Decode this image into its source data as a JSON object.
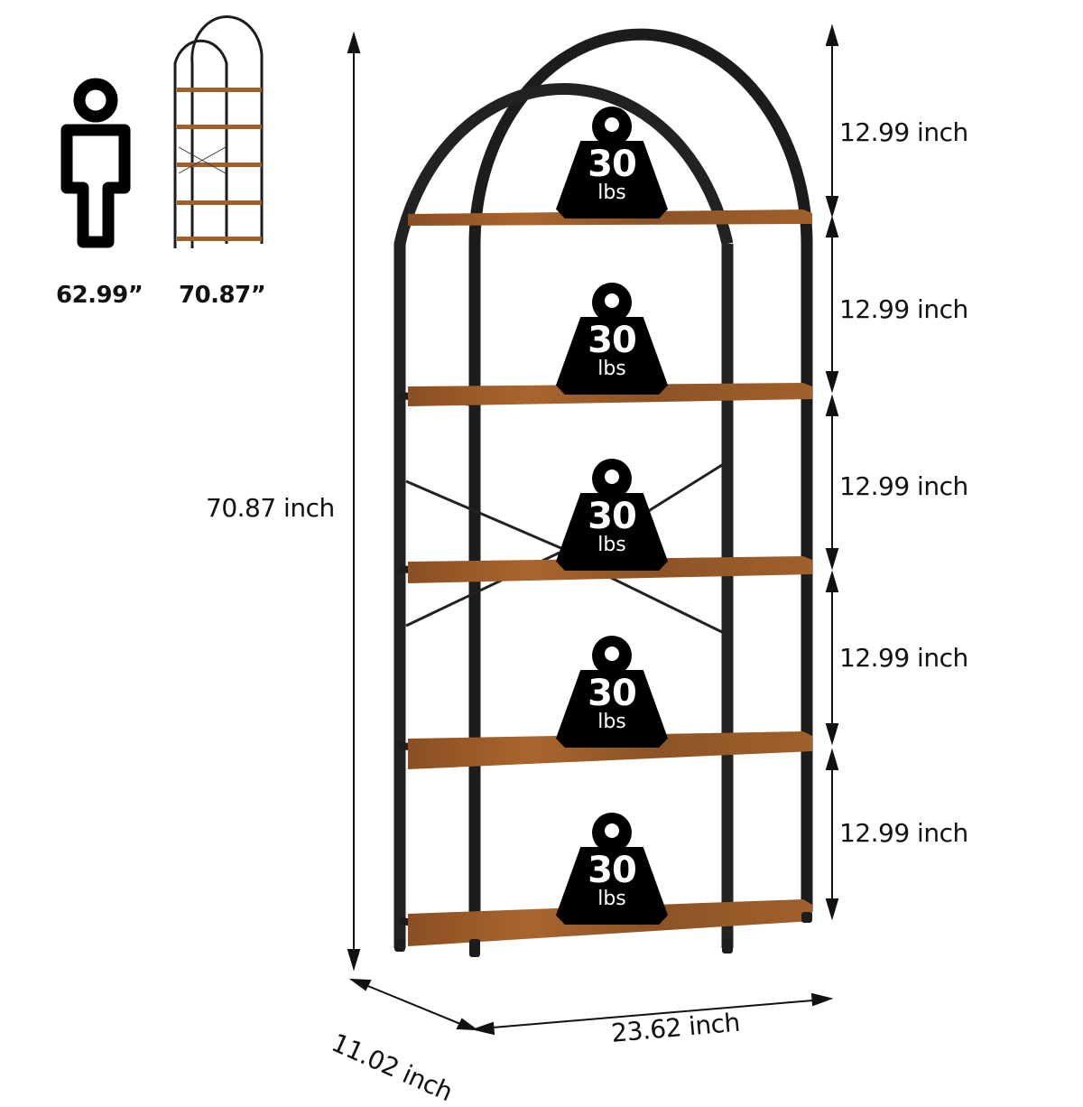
{
  "reference": {
    "person_height": "62.99”",
    "shelf_height": "70.87”"
  },
  "dimensions": {
    "total_height": "70.87 inch",
    "depth": "11.02 inch",
    "width": "23.62 inch",
    "tier_gaps": [
      {
        "label": "12.99 inch"
      },
      {
        "label": "12.99 inch"
      },
      {
        "label": "12.99 inch"
      },
      {
        "label": "12.99 inch"
      },
      {
        "label": "12.99 inch"
      }
    ]
  },
  "shelves": [
    {
      "capacity_value": "30",
      "capacity_unit": "lbs"
    },
    {
      "capacity_value": "30",
      "capacity_unit": "lbs"
    },
    {
      "capacity_value": "30",
      "capacity_unit": "lbs"
    },
    {
      "capacity_value": "30",
      "capacity_unit": "lbs"
    },
    {
      "capacity_value": "30",
      "capacity_unit": "lbs"
    }
  ],
  "colors": {
    "frame": "#1c1c1c",
    "wood": "#9a5a2a",
    "wood_dark": "#6e3d1a",
    "text": "#111111"
  }
}
